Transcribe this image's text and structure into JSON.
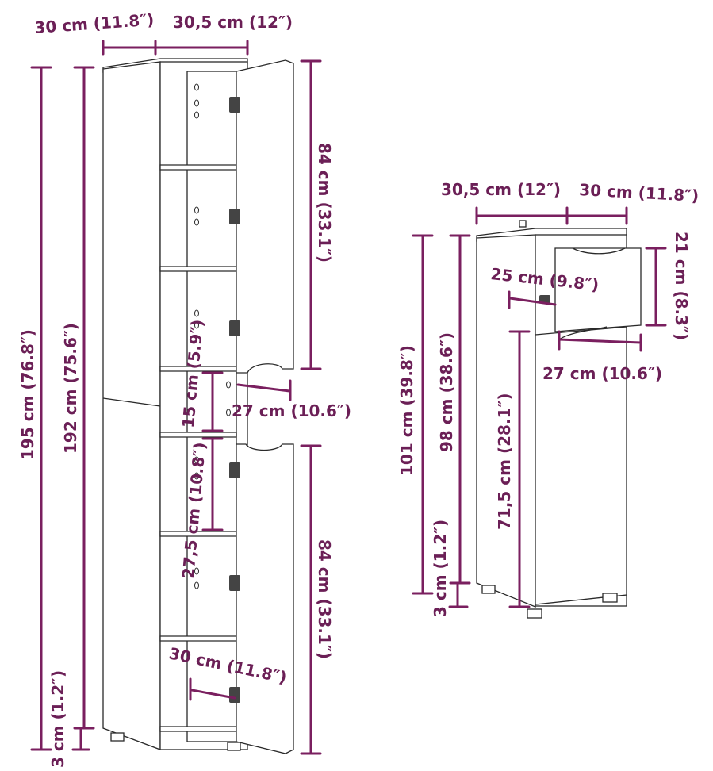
{
  "tall_cabinet": {
    "depth": "30 cm (11.8″)",
    "width": "30,5 cm (12″)",
    "total_height": "195 cm (76.8″)",
    "body_height": "192 cm (75.6″)",
    "upper_door": "84 cm (33.1″)",
    "lower_door": "84 cm (33.1″)",
    "shelf_gap_small": "15 cm (5.9″)",
    "open_width": "27 cm (10.6″)",
    "shelf_gap_large": "27,5 cm (10.8″)",
    "inner_depth": "30 cm (11.8″)",
    "feet_height": "3 cm (1.2″)"
  },
  "small_cabinet": {
    "width": "30,5 cm (12″)",
    "depth": "30 cm (11.8″)",
    "total_height": "101 cm (39.8″)",
    "body_height": "98 cm (38.6″)",
    "drawer_height": "21 cm (8.3″)",
    "drawer_depth": "25 cm (9.8″)",
    "drawer_width": "27 cm (10.6″)",
    "door_height": "71,5 cm (28.1″)",
    "feet_height": "3 cm (1.2″)"
  },
  "colors": {
    "dimension": "#7a1f5f",
    "label": "#6b1f56",
    "outline": "#2a2a2a"
  }
}
